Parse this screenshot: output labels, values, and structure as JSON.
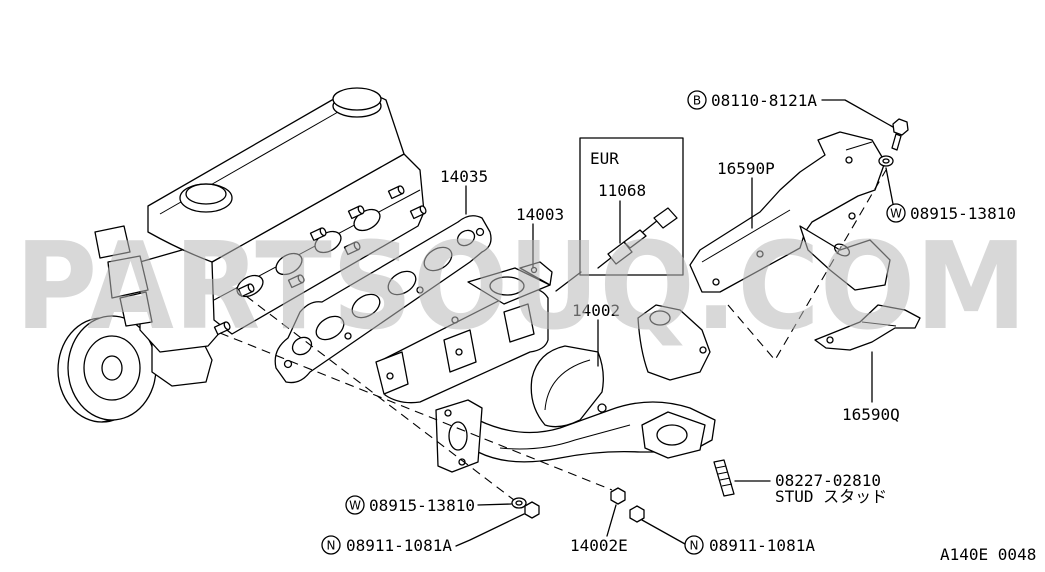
{
  "watermark": "PARTSOUQ.COM",
  "diagram_code": "A140E 0048",
  "colors": {
    "line": "#000000",
    "watermark": "#b8b8b8",
    "background": "#ffffff"
  },
  "inset": {
    "title": "EUR",
    "part_number": "11068"
  },
  "callouts": {
    "bolt": {
      "symbol": "B",
      "number": "08110-8121A"
    },
    "heat_shield_upper": {
      "number": "16590P"
    },
    "washer_right": {
      "symbol": "W",
      "number": "08915-13810"
    },
    "gasket": {
      "number": "14035"
    },
    "intake_manifold": {
      "number": "14003"
    },
    "exhaust_manifold": {
      "number": "14002"
    },
    "heat_shield_lower": {
      "number": "16590Q"
    },
    "stud": {
      "number": "08227-02810",
      "label": "STUD スタッド"
    },
    "washer_left": {
      "symbol": "W",
      "number": "08915-13810"
    },
    "nut_left": {
      "symbol": "N",
      "number": "08911-1081A"
    },
    "exhaust_part_e": {
      "number": "14002E"
    },
    "nut_right": {
      "symbol": "N",
      "number": "08911-1081A"
    }
  }
}
